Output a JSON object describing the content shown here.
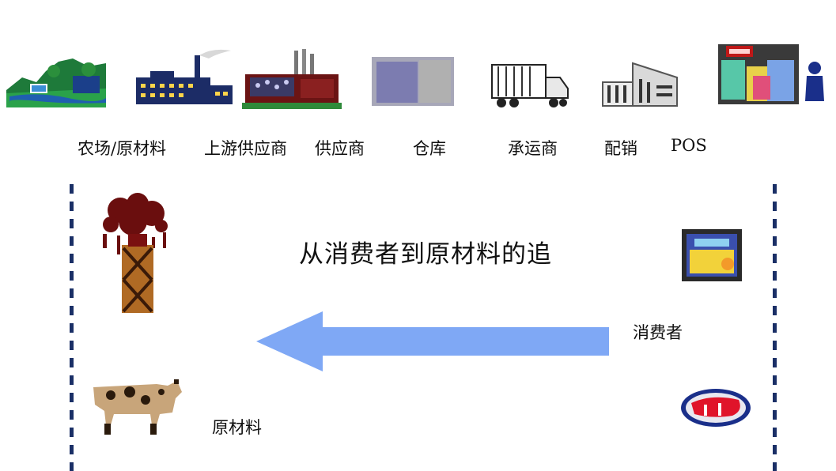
{
  "supply_chain": {
    "stages": [
      {
        "label": "农场/原材料",
        "icon": "farm-icon"
      },
      {
        "label": "上游供应商",
        "icon": "factory-icon"
      },
      {
        "label": "供应商",
        "icon": "industrial-plant-icon"
      },
      {
        "label": "仓库",
        "icon": "warehouse-icon"
      },
      {
        "label": "承运商",
        "icon": "truck-icon"
      },
      {
        "label": "配销",
        "icon": "distribution-center-icon"
      },
      {
        "label": "POS",
        "icon": "retail-store-icon"
      }
    ]
  },
  "trace": {
    "title": "从消费者到原材料的追",
    "consumer_label": "消费者",
    "raw_material_label": "原材料",
    "arrow_direction": "right-to-left",
    "arrow_color": "#7fa8f5"
  },
  "colors": {
    "divider": "#1a2f66",
    "text": "#111111"
  }
}
